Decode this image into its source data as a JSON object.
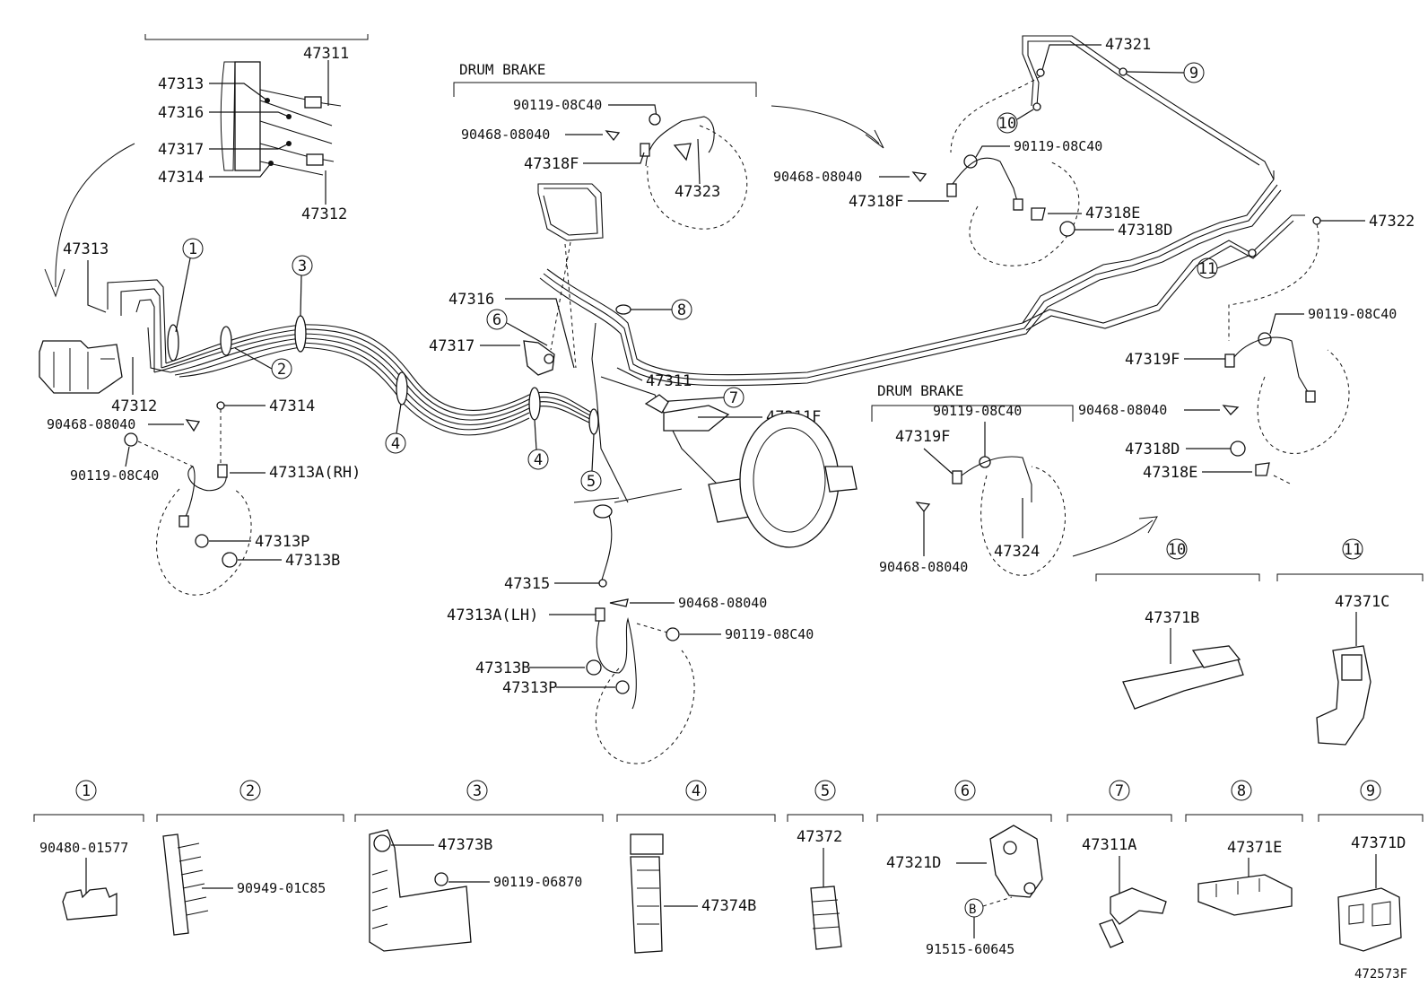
{
  "labels": {
    "p47311": "47311",
    "p47313": "47313",
    "p47316": "47316",
    "p47317": "47317",
    "p47314": "47314",
    "p47312": "47312",
    "drum_brake": "DRUM BRAKE",
    "b_90119": "90119-08C40",
    "b_90468": "90468-08040",
    "p47318F": "47318F",
    "p47323": "47323",
    "p47321": "47321",
    "p47318E": "47318E",
    "p47318D": "47318D",
    "p47322": "47322",
    "p47319F": "47319F",
    "p47324": "47324",
    "p47313A_RH": "47313A(RH)",
    "p47313P": "47313P",
    "p47313B": "47313B",
    "p47311F": "47311F",
    "p47315": "47315",
    "p47313A_LH": "47313A(LH)",
    "p47371B": "47371B",
    "p47371C": "47371C",
    "p90480": "90480-01577",
    "p90949": "90949-01C85",
    "p47373B": "47373B",
    "p90119_06870": "90119-06870",
    "p47374B": "47374B",
    "p47372": "47372",
    "p47321D": "47321D",
    "p91515": "91515-60645",
    "p47311A": "47311A",
    "p47371E": "47371E",
    "p47371D": "47371D",
    "bolt_b": "B",
    "fig_code": "472573F"
  },
  "callouts": [
    "1",
    "2",
    "3",
    "4",
    "5",
    "6",
    "7",
    "8",
    "9",
    "10",
    "11"
  ]
}
